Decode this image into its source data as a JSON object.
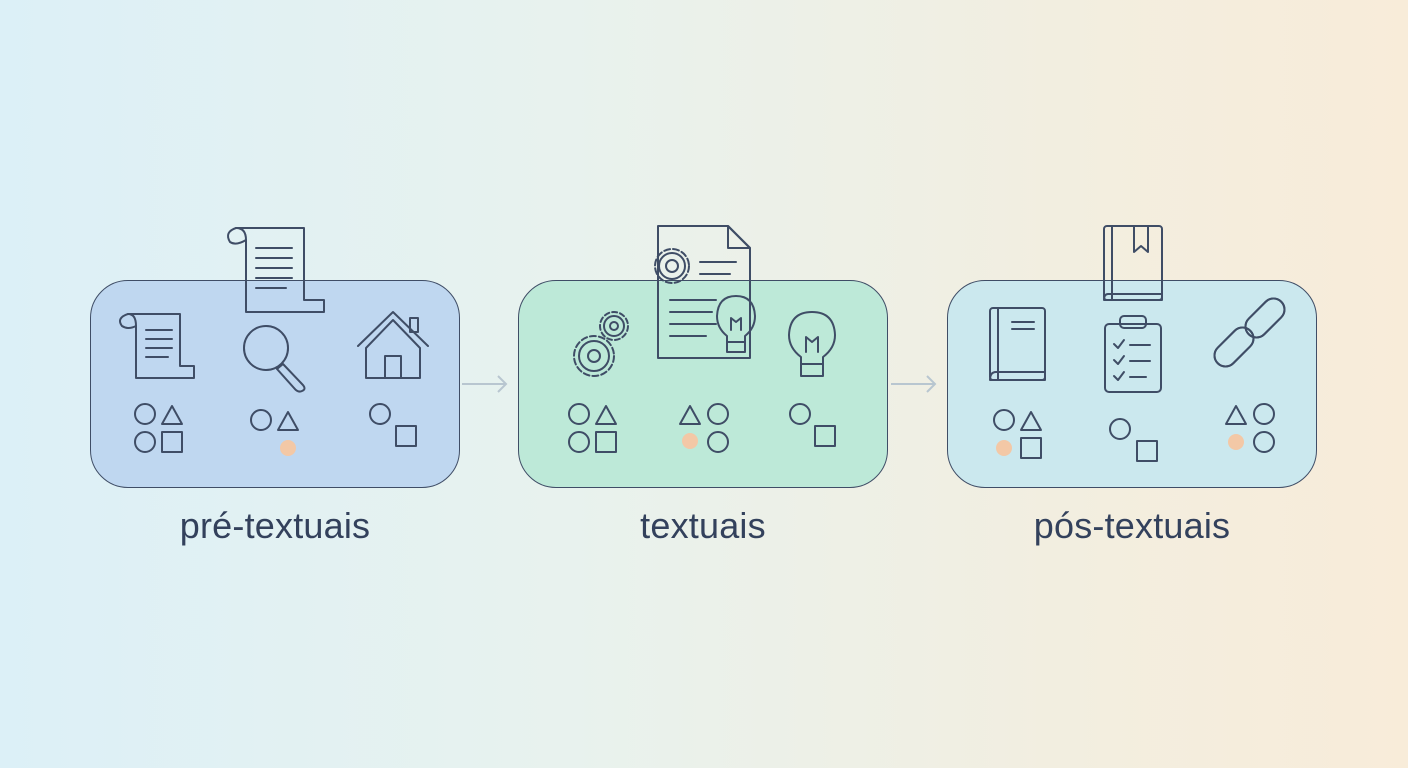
{
  "stages": [
    {
      "label": "pré-textuais"
    },
    {
      "label": "textuais"
    },
    {
      "label": "pós-textuais"
    }
  ],
  "colors": {
    "stroke": "#3f4d66",
    "panel_blue": "#bfd7f0",
    "panel_green": "#bde9d8",
    "panel_cyan": "#cbe8ee",
    "label": "#33415c",
    "connector": "#b8c6d0"
  },
  "icons": {
    "stage1": [
      "scroll-icon",
      "document-scroll-icon",
      "magnifier-icon",
      "house-icon"
    ],
    "stage2": [
      "document-icon",
      "gears-icon",
      "lightbulb-icon"
    ],
    "stage3": [
      "book-icon",
      "clipboard-checklist-icon",
      "chain-link-icon"
    ]
  }
}
